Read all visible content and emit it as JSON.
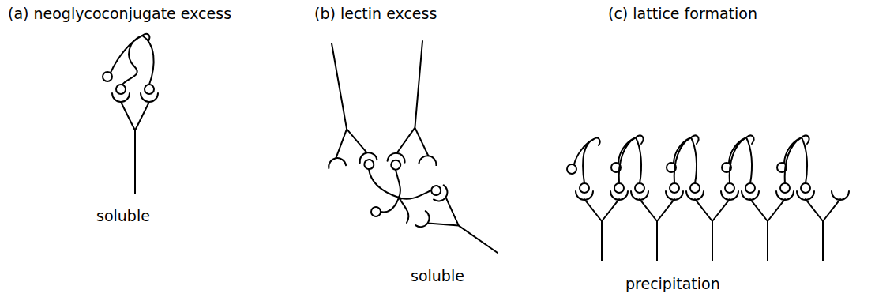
{
  "diagram": {
    "labels": [
      "(a) neoglycoconjugate excess",
      "soluble",
      "(b) lectin excess",
      "soluble",
      "(c) lattice formation",
      "precipitation"
    ]
  }
}
